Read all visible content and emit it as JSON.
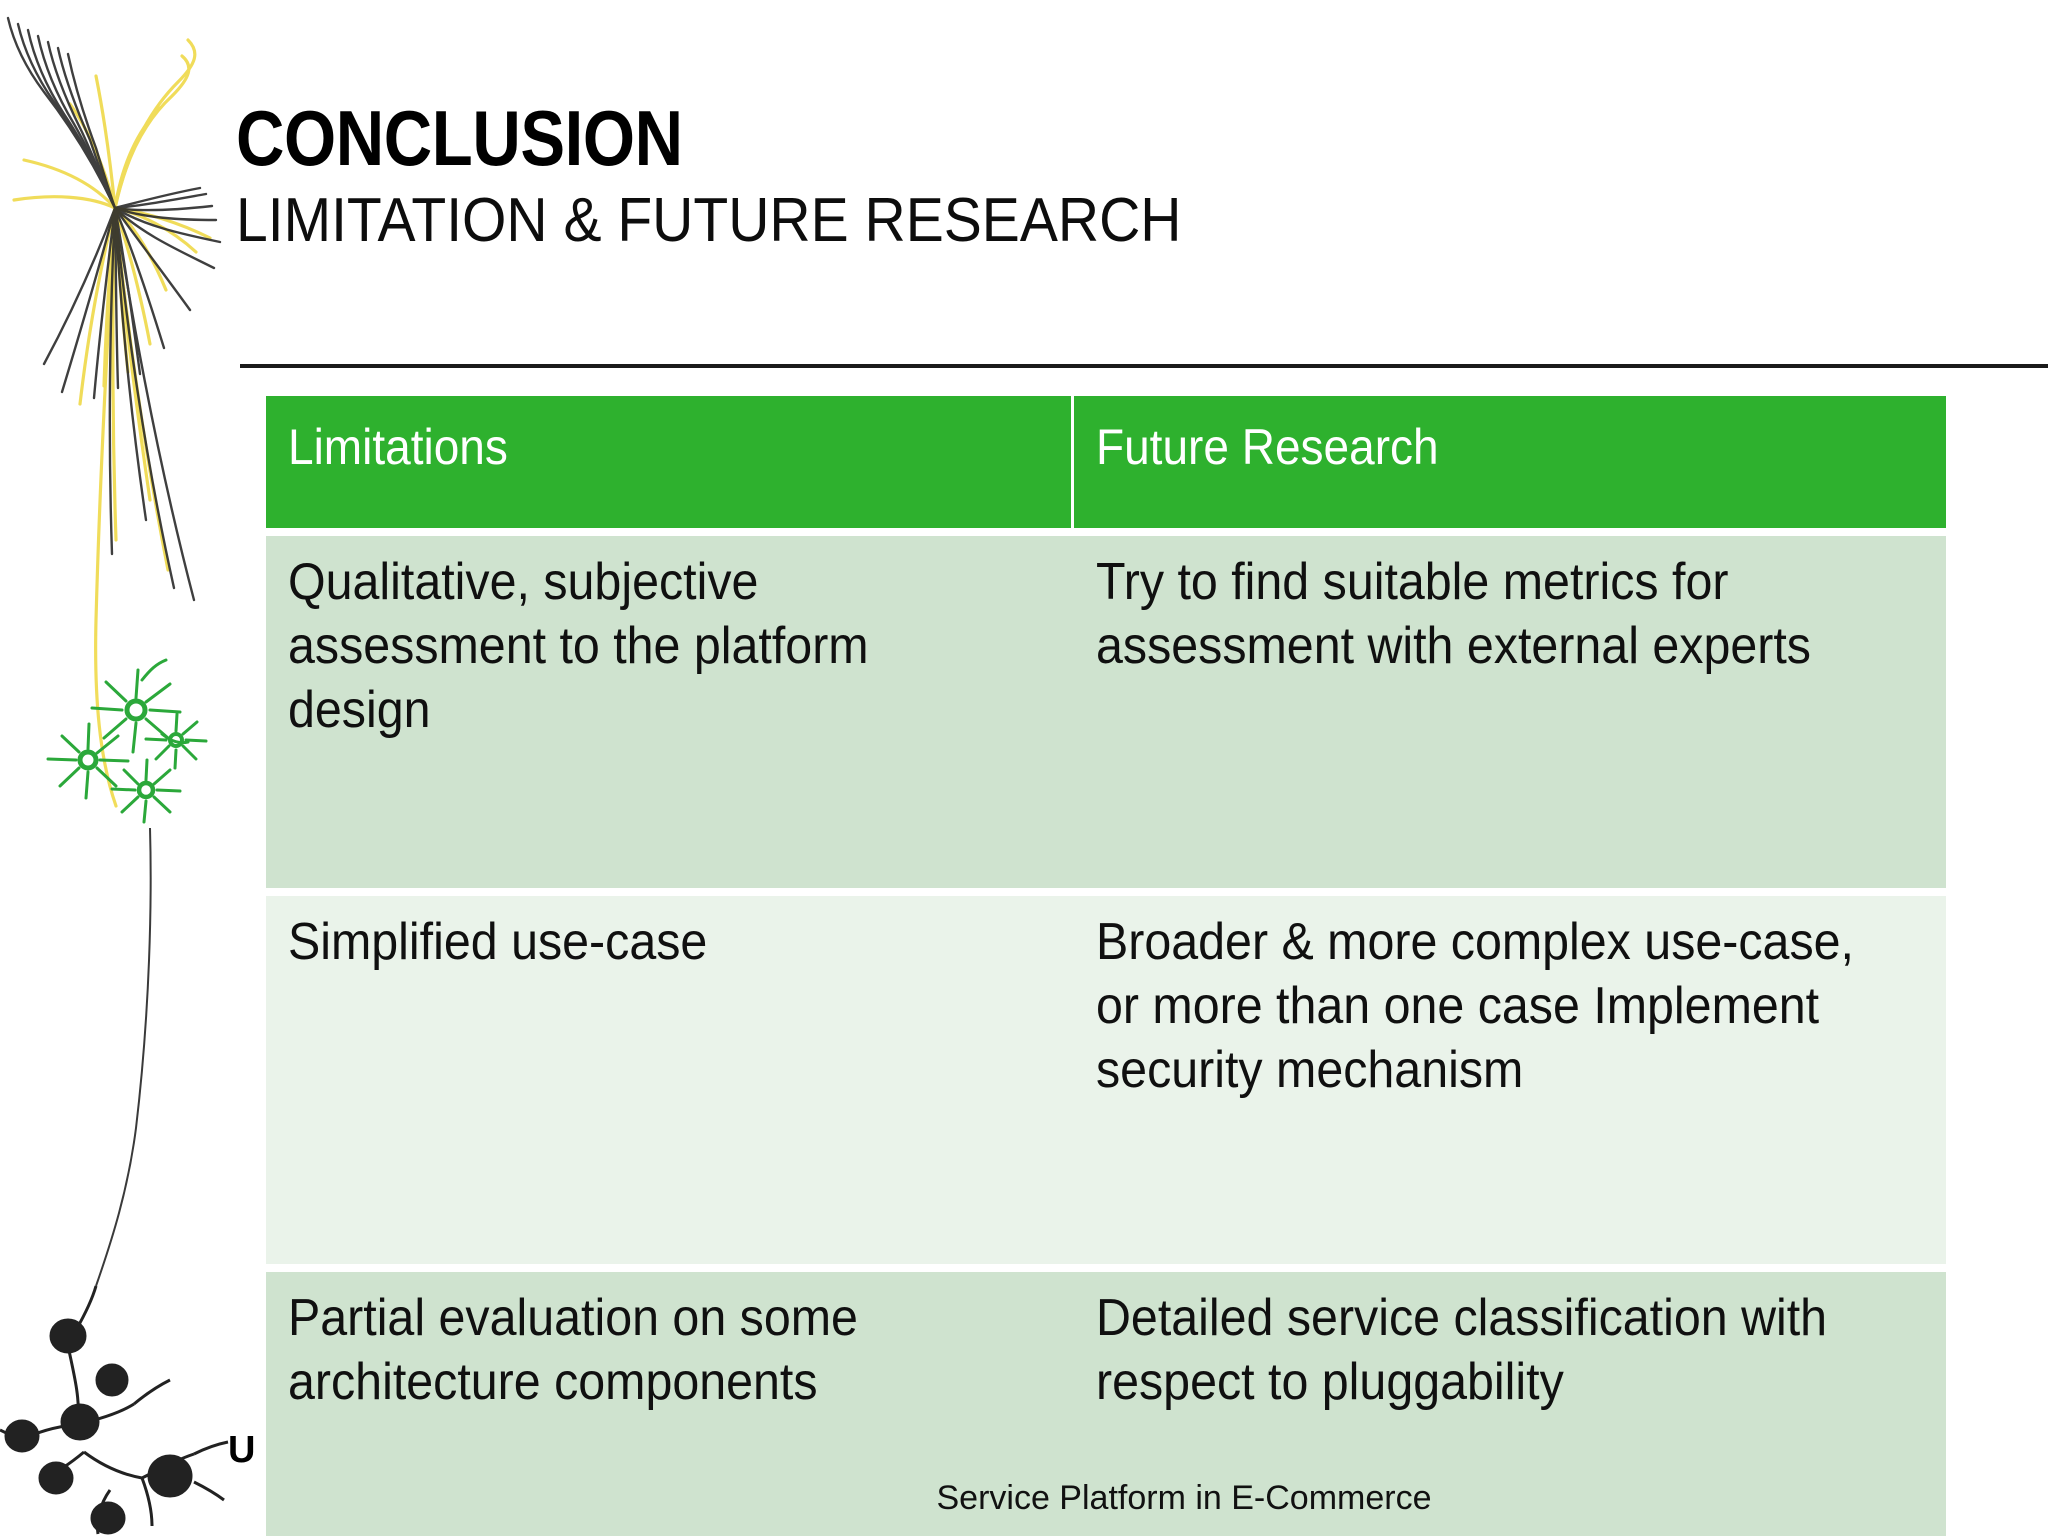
{
  "slide": {
    "title": "CONCLUSION",
    "subtitle": "LIMITATION & FUTURE RESEARCH",
    "stray_text": "U",
    "footer": "Service Platform in E-Commerce"
  },
  "colors": {
    "header_green": "#2EB12E",
    "row_dark": "#CFE3CF",
    "row_light": "#EAF3EA",
    "rule": "#1A1A1A",
    "art_yellow": "#F2DD55",
    "art_black": "#262626",
    "art_green": "#2BA83A"
  },
  "table": {
    "columns": [
      {
        "label": "Limitations"
      },
      {
        "label": "Future Research"
      }
    ],
    "rows": [
      {
        "limitation": "Qualitative, subjective assessment to the platform design",
        "future": "Try to find suitable metrics for assessment with external experts"
      },
      {
        "limitation": "Simplified use-case",
        "future": "Broader & more complex use-case, or more than one case Implement security mechanism"
      },
      {
        "limitation": "Partial evaluation on some architecture components",
        "future": "Detailed service classification with respect to pluggability"
      }
    ]
  },
  "artwork": {
    "name": "decorative-plant-network-graphic",
    "elements": [
      "yellow-strands",
      "black-strands",
      "green-starbursts",
      "dark-node-cluster"
    ]
  }
}
